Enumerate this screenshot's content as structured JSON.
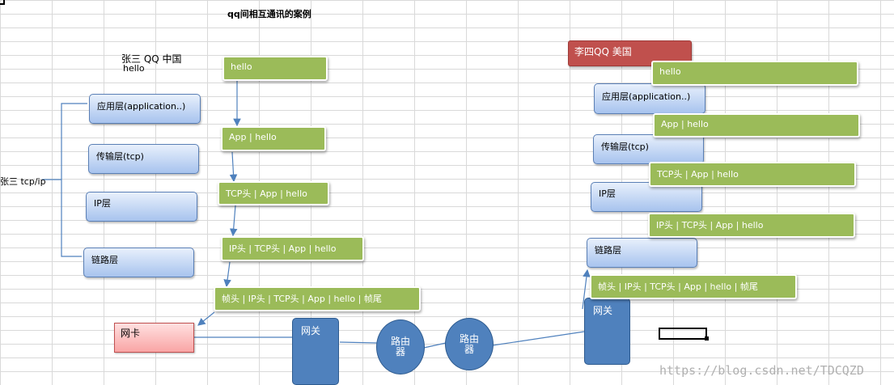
{
  "title": "qq间相互通讯的案例",
  "left": {
    "user_label": "张三  QQ  中国",
    "message": "hello",
    "stack_label": "张三 tcp/ip",
    "layers": [
      "应用层(application..)",
      "传输层(tcp)",
      "IP层",
      "链路层"
    ],
    "packets": [
      "hello",
      "App |   hello",
      "TCP头 | App |   hello",
      "IP头 | TCP头 | App |   hello",
      "帧头 | IP头 | TCP头 | App |   hello | 帧尾"
    ],
    "nic": "网卡",
    "gateway": "网关"
  },
  "network": {
    "router1": "路由器",
    "router2": "路由器"
  },
  "right": {
    "user_label": "李四QQ 美国",
    "layers": [
      "应用层(application..)",
      "传输层(tcp)",
      "IP层",
      "链路层"
    ],
    "packets": [
      "hello",
      "App |   hello",
      "TCP头 | App |   hello",
      "IP头 | TCP头 | App |   hello",
      "帧头 | IP头 | TCP头 | App |   hello | 帧尾"
    ],
    "gateway": "网关"
  },
  "watermark": "https://blog.csdn.net/TDCQZD",
  "colors": {
    "green": "#9bbb59",
    "blue": "#4f81bd",
    "red": "#c0504d",
    "layer_gradient_top": "#e8f0fc",
    "layer_gradient_bottom": "#a7c3ee",
    "nic_pink": "#f9a5a5"
  }
}
